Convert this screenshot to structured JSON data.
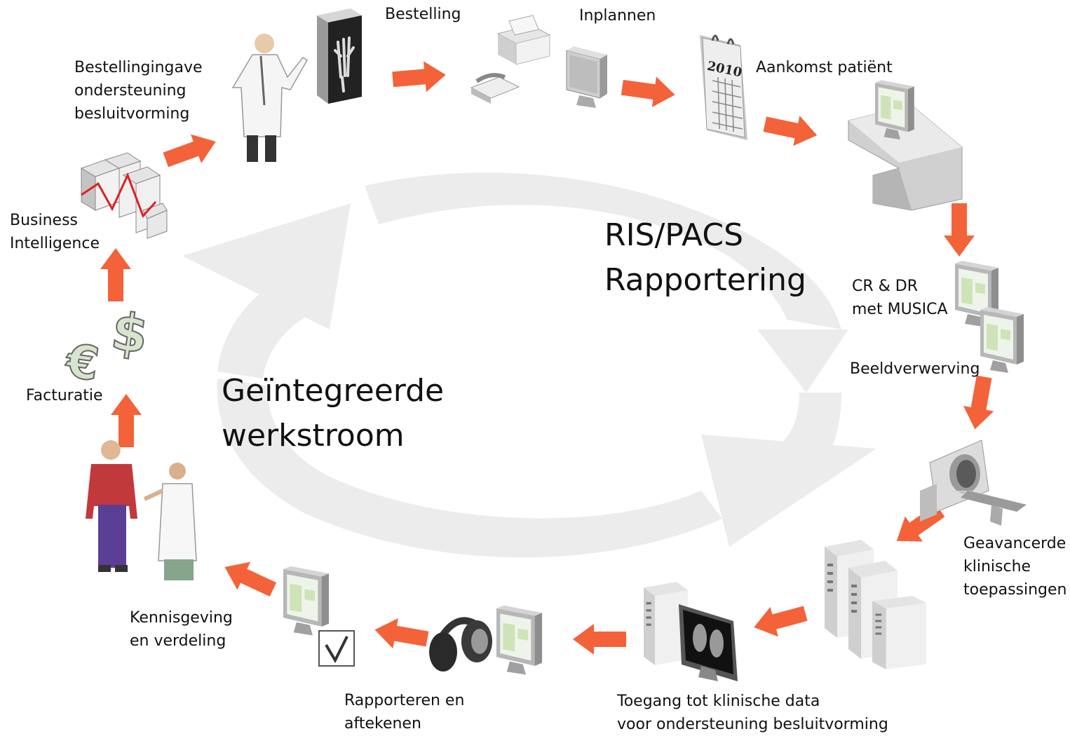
{
  "title": {
    "line1": "RIS/PACS",
    "line2": "Rapportering"
  },
  "cycle_label": {
    "line1": "Geïntegreerde",
    "line2": "werkstroom"
  },
  "steps": {
    "bestelling": "Bestelling",
    "inplannen": "Inplannen",
    "aankomst": "Aankomst patiënt",
    "cr_dr": {
      "line1": "CR & DR",
      "line2": "met MUSICA"
    },
    "beeldverwerving": "Beeldverwerving",
    "geavanceerde": {
      "line1": "Geavancerde",
      "line2": "klinische",
      "line3": "toepassingen"
    },
    "toegang": {
      "line1": "Toegang tot klinische data",
      "line2": "voor ondersteuning besluitvorming"
    },
    "rapporteren": {
      "line1": "Rapporteren en",
      "line2": "aftekenen"
    },
    "kennisgeving": {
      "line1": "Kennisgeving",
      "line2": "en verdeling"
    },
    "facturatie": "Facturatie",
    "business": {
      "line1": "Business",
      "line2": "Intelligence"
    },
    "bestellingingave": {
      "line1": "Bestellingingave",
      "line2": "ondersteuning",
      "line3": "besluitvorming"
    }
  },
  "calendar_year": "2010",
  "colors": {
    "arrow": "#f4623a",
    "cycle": "#ececec",
    "device_light": "#e6e6e6",
    "device_mid": "#bdbdbd",
    "device_dark": "#8a8a8a",
    "screen_green": "#cfe3b8"
  }
}
